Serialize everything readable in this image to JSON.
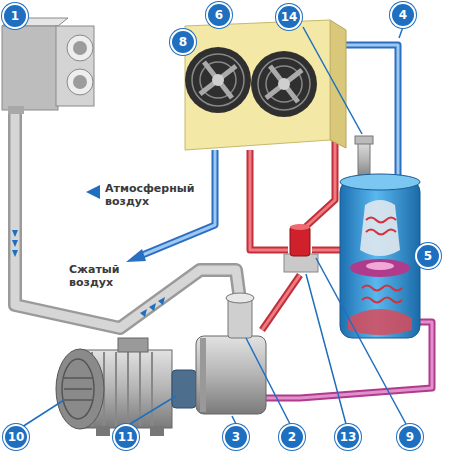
{
  "diagram": {
    "labels": [
      "1",
      "8",
      "6",
      "14",
      "4",
      "Атмосферный воздух",
      "5",
      "Сжатый воздух",
      "10",
      "11",
      "3",
      "2",
      "13",
      "9"
    ]
  }
}
